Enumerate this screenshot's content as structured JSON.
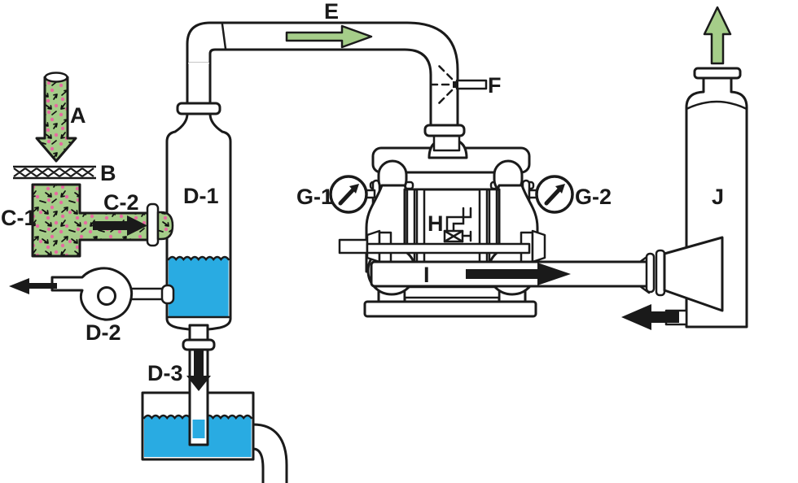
{
  "diagram": {
    "description": "process flow schematic of a liquid ring vacuum pump system",
    "labels": {
      "A": "A",
      "B": "B",
      "C1": "C-1",
      "C2": "C-2",
      "D1": "D-1",
      "D2": "D-2",
      "D3": "D-3",
      "E": "E",
      "F": "F",
      "G1": "G-1",
      "G2": "G-2",
      "H": "H",
      "I": "I",
      "J": "J"
    },
    "colors": {
      "line": "#1a1a1a",
      "gas_green": "#a5cd89",
      "liquid_blue": "#29abe2",
      "particle_pink": "#e66ba0",
      "background": "#ffffff"
    },
    "icons": [
      "down-flow-arrow",
      "mesh-screen",
      "right-flow-arrow",
      "overhead-flow-arrow",
      "spray-nozzle",
      "pressure-gauge",
      "valve",
      "discharge-arrow",
      "drain-arrow",
      "exhaust-up-arrow",
      "blower"
    ]
  }
}
